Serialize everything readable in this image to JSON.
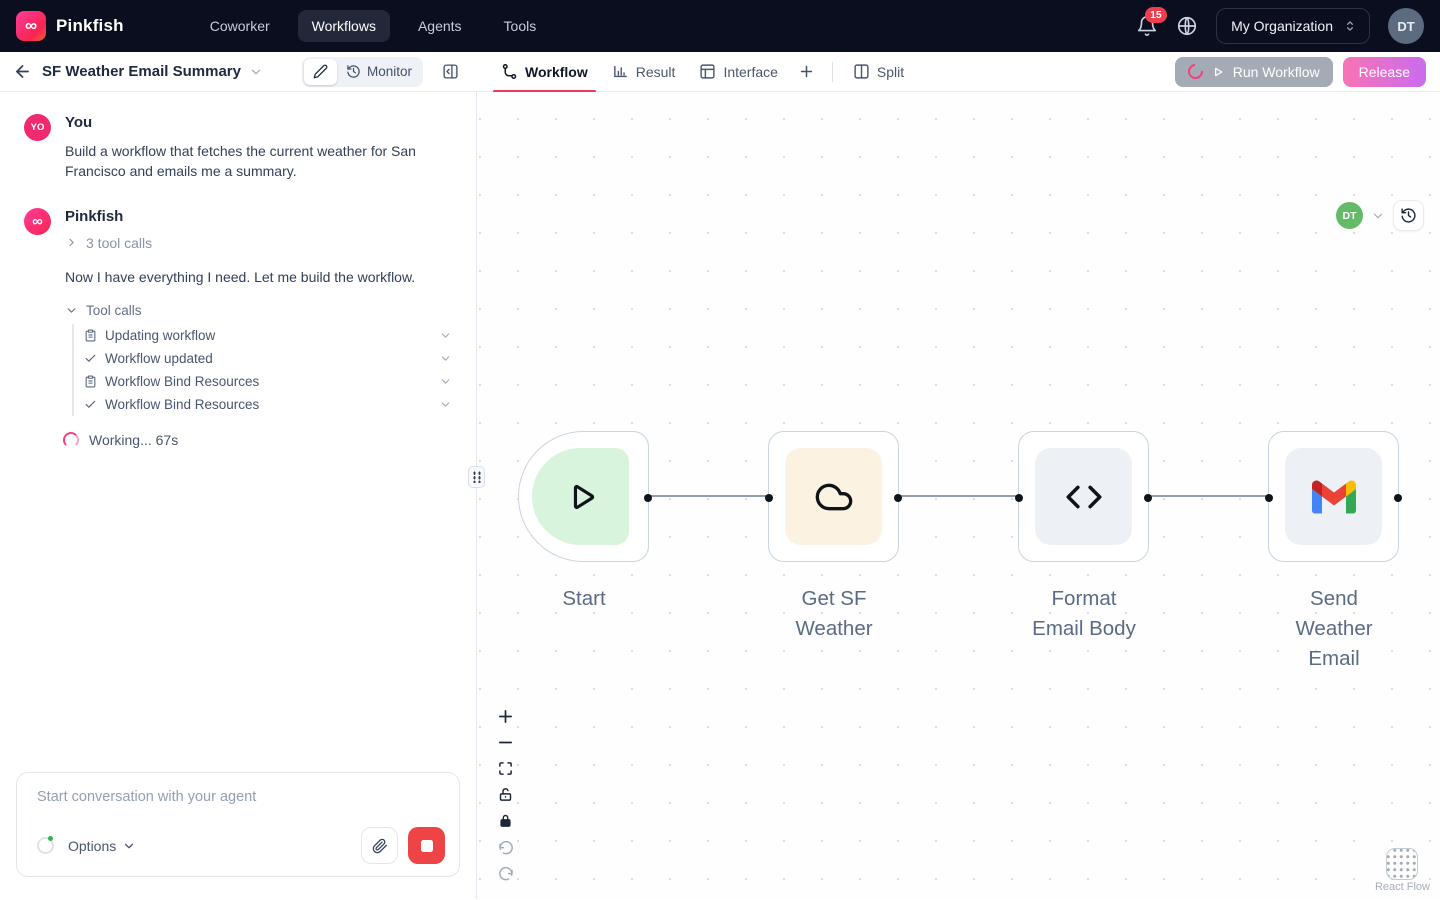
{
  "topnav": {
    "brand": "Pinkfish",
    "items": [
      {
        "label": "Coworker"
      },
      {
        "label": "Workflows"
      },
      {
        "label": "Agents"
      },
      {
        "label": "Tools"
      }
    ],
    "notification_count": "15",
    "org_label": "My Organization",
    "avatar_initials": "DT"
  },
  "header": {
    "title": "SF Weather Email Summary",
    "monitor_label": "Monitor",
    "tabs": [
      {
        "label": "Workflow"
      },
      {
        "label": "Result"
      },
      {
        "label": "Interface"
      }
    ],
    "split_label": "Split",
    "run_label": "Run Workflow",
    "release_label": "Release"
  },
  "chat": {
    "user": {
      "initials": "YO",
      "name": "You",
      "message": "Build a workflow that fetches the current weather for San Francisco and emails me a summary."
    },
    "agent": {
      "name": "Pinkfish",
      "infinity_glyph": "∞",
      "tools_summary": "3 tool calls",
      "message": "Now I have everything I need. Let me build the workflow.",
      "tool_calls_label": "Tool calls",
      "tool_calls": [
        {
          "label": "Updating workflow",
          "status": "running"
        },
        {
          "label": "Workflow updated",
          "status": "done"
        },
        {
          "label": "Workflow Bind Resources",
          "status": "running"
        },
        {
          "label": "Workflow Bind Resources",
          "status": "done"
        }
      ],
      "working": "Working... 67s"
    },
    "input": {
      "placeholder": "Start conversation with your agent",
      "options_label": "Options"
    }
  },
  "canvas": {
    "avatar_initials": "DT",
    "attribution": "React Flow",
    "nodes": [
      {
        "label": "Start",
        "icon": "play-icon"
      },
      {
        "label": "Get SF Weather",
        "icon": "cloud-icon"
      },
      {
        "label": "Format Email Body",
        "icon": "code-icon"
      },
      {
        "label": "Send Weather Email",
        "icon": "gmail-icon"
      }
    ]
  },
  "colors": {
    "topnav_bg": "#0a0e1e",
    "accent_underline": "#ed365b",
    "badge_red": "#f03e4d",
    "release_gradient_start": "#f973b4",
    "release_gradient_end": "#c96cee",
    "start_tile": "#d8f4dc",
    "weather_tile": "#fbf2e2",
    "gray_tile": "#edf1f6",
    "canvas_avatar_green": "#63ba68"
  }
}
